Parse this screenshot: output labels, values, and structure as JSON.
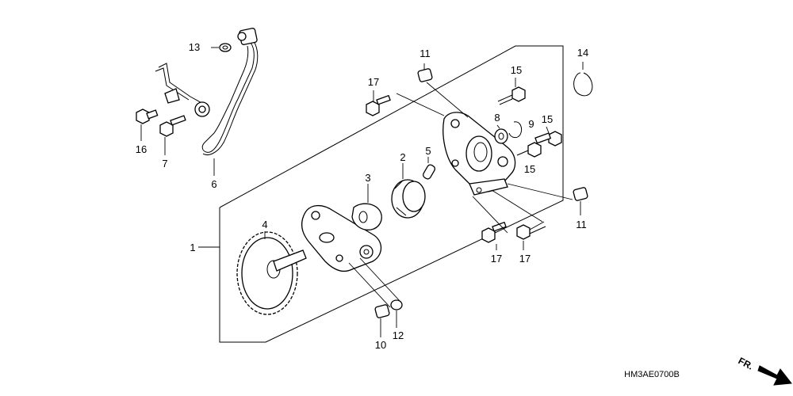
{
  "diagram": {
    "callouts": [
      {
        "id": "c1",
        "text": "1"
      },
      {
        "id": "c2",
        "text": "2"
      },
      {
        "id": "c3",
        "text": "3"
      },
      {
        "id": "c4",
        "text": "4"
      },
      {
        "id": "c5",
        "text": "5"
      },
      {
        "id": "c6",
        "text": "6"
      },
      {
        "id": "c7",
        "text": "7"
      },
      {
        "id": "c8",
        "text": "8"
      },
      {
        "id": "c9",
        "text": "9"
      },
      {
        "id": "c10",
        "text": "10"
      },
      {
        "id": "c11a",
        "text": "11"
      },
      {
        "id": "c11b",
        "text": "11"
      },
      {
        "id": "c12",
        "text": "12"
      },
      {
        "id": "c13",
        "text": "13"
      },
      {
        "id": "c14",
        "text": "14"
      },
      {
        "id": "c15a",
        "text": "15"
      },
      {
        "id": "c15b",
        "text": "15"
      },
      {
        "id": "c15c",
        "text": "15"
      },
      {
        "id": "c16",
        "text": "16"
      },
      {
        "id": "c17a",
        "text": "17"
      },
      {
        "id": "c17b",
        "text": "17"
      },
      {
        "id": "c17c",
        "text": "17"
      }
    ],
    "diagram_code": "HM3AE0700B",
    "direction_marker": "FR."
  }
}
